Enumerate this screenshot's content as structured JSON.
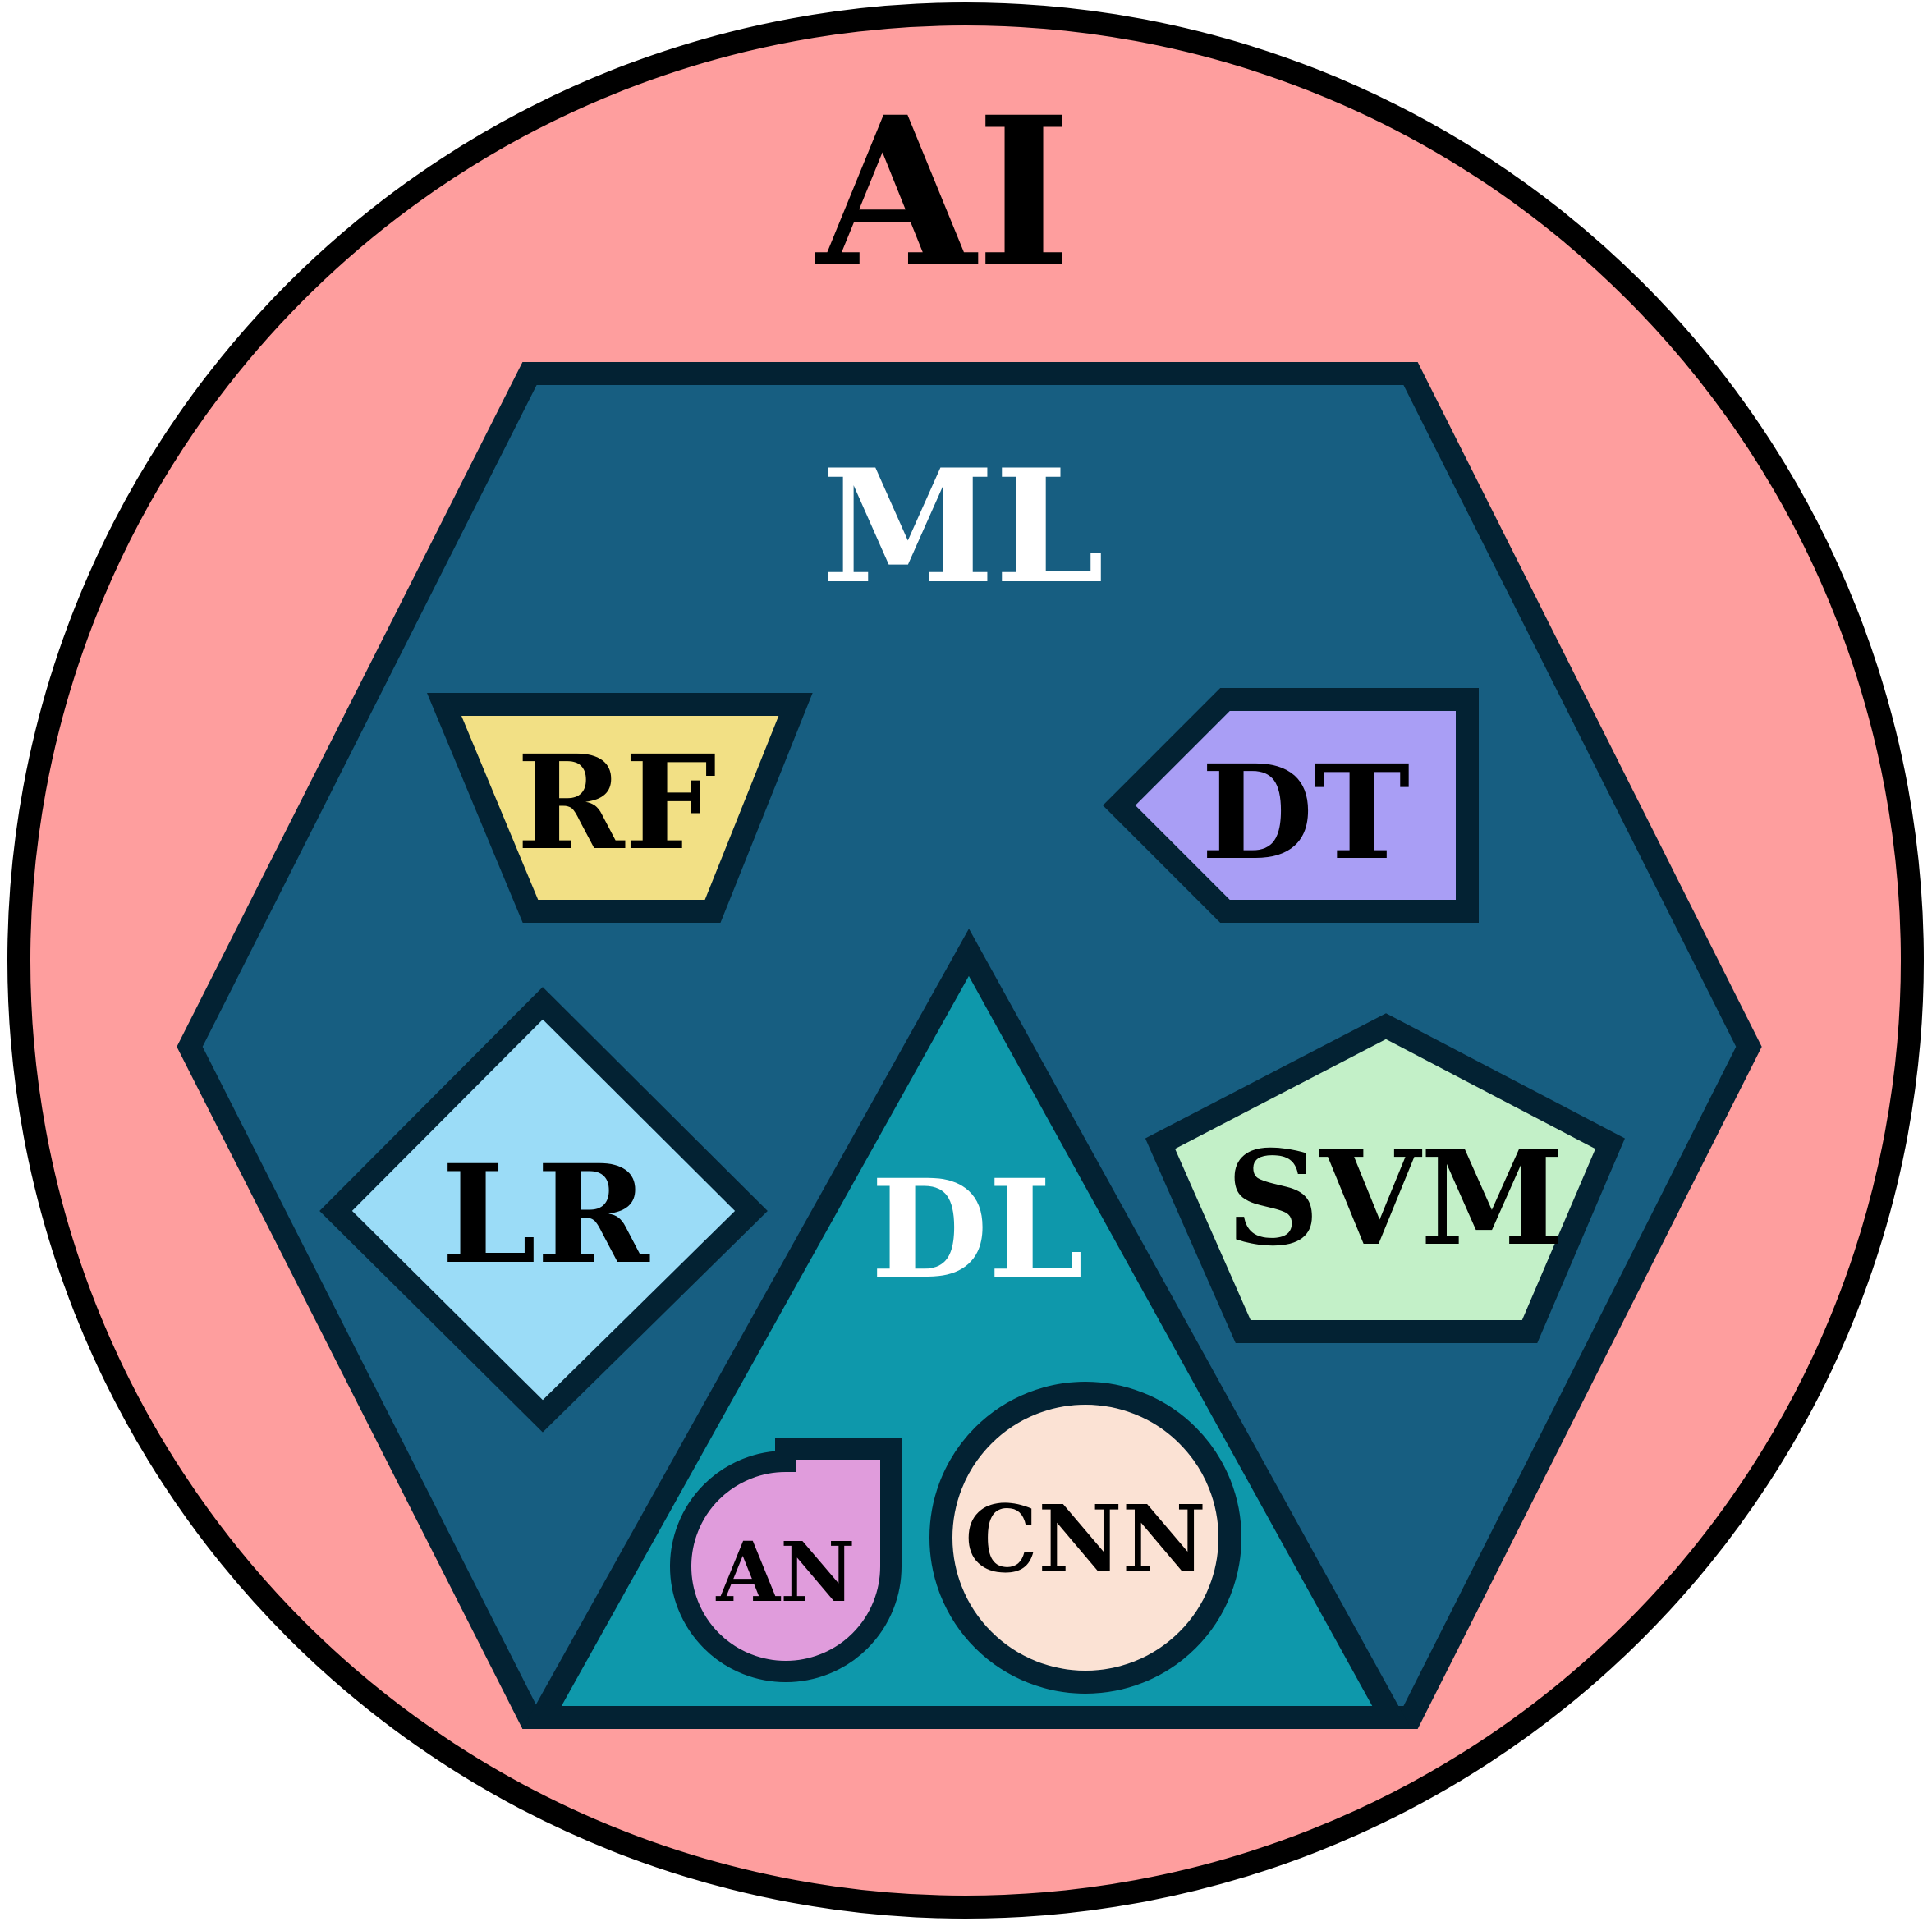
{
  "diagram": {
    "ai": {
      "label": "AI",
      "fill": "#fe9e9e",
      "stroke": "#000000",
      "text_color": "#000000"
    },
    "ml": {
      "label": "ML",
      "fill": "#175e81",
      "stroke": "#032233",
      "text_color": "#ffffff"
    },
    "dl": {
      "label": "DL",
      "fill": "#0e98ab",
      "stroke": "#032233",
      "text_color": "#ffffff"
    },
    "rf": {
      "label": "RF",
      "fill": "#f2e085",
      "stroke": "#032233",
      "text_color": "#000000"
    },
    "dt": {
      "label": "DT",
      "fill": "#a99ef5",
      "stroke": "#032233",
      "text_color": "#000000"
    },
    "lr": {
      "label": "LR",
      "fill": "#9bdcf7",
      "stroke": "#032233",
      "text_color": "#000000"
    },
    "svm": {
      "label": "SVM",
      "fill": "#c3f0c8",
      "stroke": "#032233",
      "text_color": "#000000"
    },
    "an": {
      "label": "AN",
      "fill": "#e09cdc",
      "stroke": "#032233",
      "text_color": "#000000"
    },
    "cnn": {
      "label": "CNN",
      "fill": "#fbe2d4",
      "stroke": "#032233",
      "text_color": "#000000"
    }
  }
}
